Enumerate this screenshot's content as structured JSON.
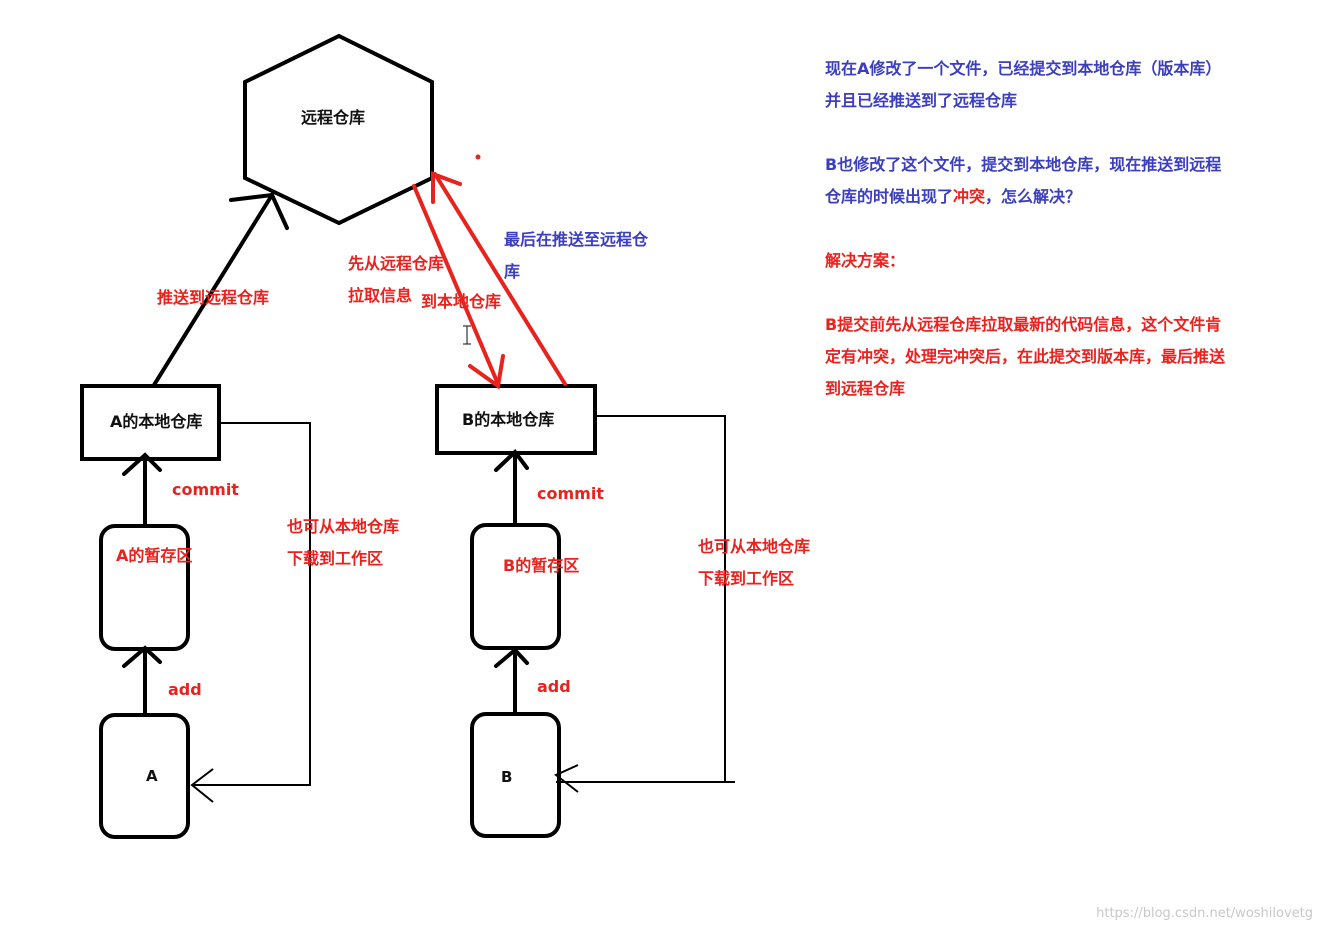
{
  "nodes": {
    "remote": "远程仓库",
    "a_local": "A的本地仓库",
    "b_local": "B的本地仓库",
    "a_stage": "A的暂存区",
    "b_stage": "B的暂存区",
    "a_work": "A",
    "b_work": "B"
  },
  "edges": {
    "a_push": "推送到远程仓库",
    "a_commit": "commit",
    "a_add": "add",
    "a_download_1": "也可从本地仓库",
    "a_download_2": "下载到工作区",
    "b_commit": "commit",
    "b_add": "add",
    "b_download_1": "也可从本地仓库",
    "b_download_2": "下载到工作区",
    "b_pull_1": "先从远程仓库",
    "b_pull_2": "拉取信息",
    "b_pull_3": "到本地仓库",
    "b_push_1": "最后在推送至远程仓",
    "b_push_2": "库"
  },
  "notes": {
    "line1": "现在A修改了一个文件，已经提交到本地仓库（版本库）",
    "line2": "并且已经推送到了远程仓库",
    "line3": "B也修改了这个文件，提交到本地仓库，现在推送到远程",
    "line4a": "仓库的时候出现了",
    "line4b": "冲突",
    "line4c": "，怎么解决？",
    "solution_title": "解决方案：",
    "solution_1": "B提交前先从远程仓库拉取最新的代码信息，这个文件肯",
    "solution_2": "定有冲突，处理完冲突后，在此提交到版本库，最后推送",
    "solution_3": "到远程仓库"
  },
  "watermark": "https://blog.csdn.net/woshilovetg",
  "colors": {
    "annotation_red": "#e8221d",
    "annotation_blue": "#3b3fbf",
    "stroke": "#000000"
  }
}
